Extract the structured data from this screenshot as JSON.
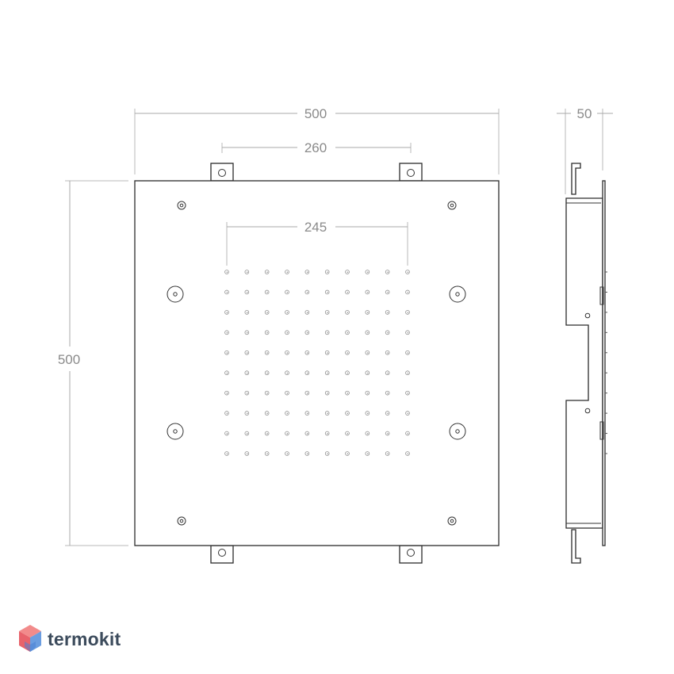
{
  "dimensions": {
    "overall_width": "500",
    "bracket_spacing": "260",
    "nozzle_field_width": "245",
    "overall_height": "500",
    "depth": "50"
  },
  "nozzle_grid": {
    "rows": 10,
    "cols": 10
  },
  "brand": {
    "name": "termokit",
    "logo_icon": "hexagon-cube-icon",
    "colors": {
      "top": "#f28b8b",
      "left": "#e8636b",
      "right": "#6b9de0",
      "bottom": "#4a7fd4",
      "text": "#3c4b5c"
    }
  }
}
